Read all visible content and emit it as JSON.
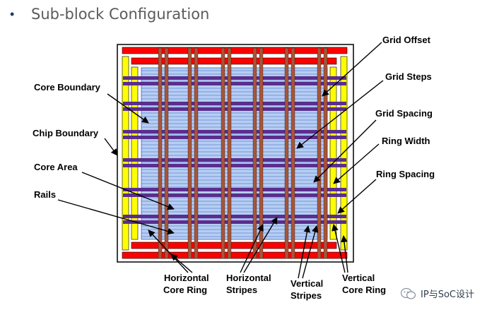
{
  "slide": {
    "bullet": "•",
    "title": "Sub-block Configuration"
  },
  "labels": {
    "left": [
      "Core Boundary",
      "Chip Boundary",
      "Core Area",
      "Rails"
    ],
    "right": [
      "Grid Offset",
      "Grid Steps",
      "Grid Spacing",
      "Ring Width",
      "Ring Spacing"
    ],
    "bottom": [
      {
        "line1": "Horizontal",
        "line2": "Core Ring"
      },
      {
        "line1": "Horizontal",
        "line2": "Stripes"
      },
      {
        "line1": "Vertical",
        "line2": "Stripes"
      },
      {
        "line1": "Vertical",
        "line2": "Core Ring"
      }
    ]
  },
  "watermark": {
    "text": "IP与SoC设计",
    "icon": "wechat-icon"
  },
  "colors": {
    "ring_red": "#ff0000",
    "ring_yellow": "#ffff00",
    "stripe_purple": "#5b2d8e",
    "stripe_brown": "#a8553a",
    "core_fill": "#b6cef2",
    "rail_line": "#3a5fbf"
  }
}
